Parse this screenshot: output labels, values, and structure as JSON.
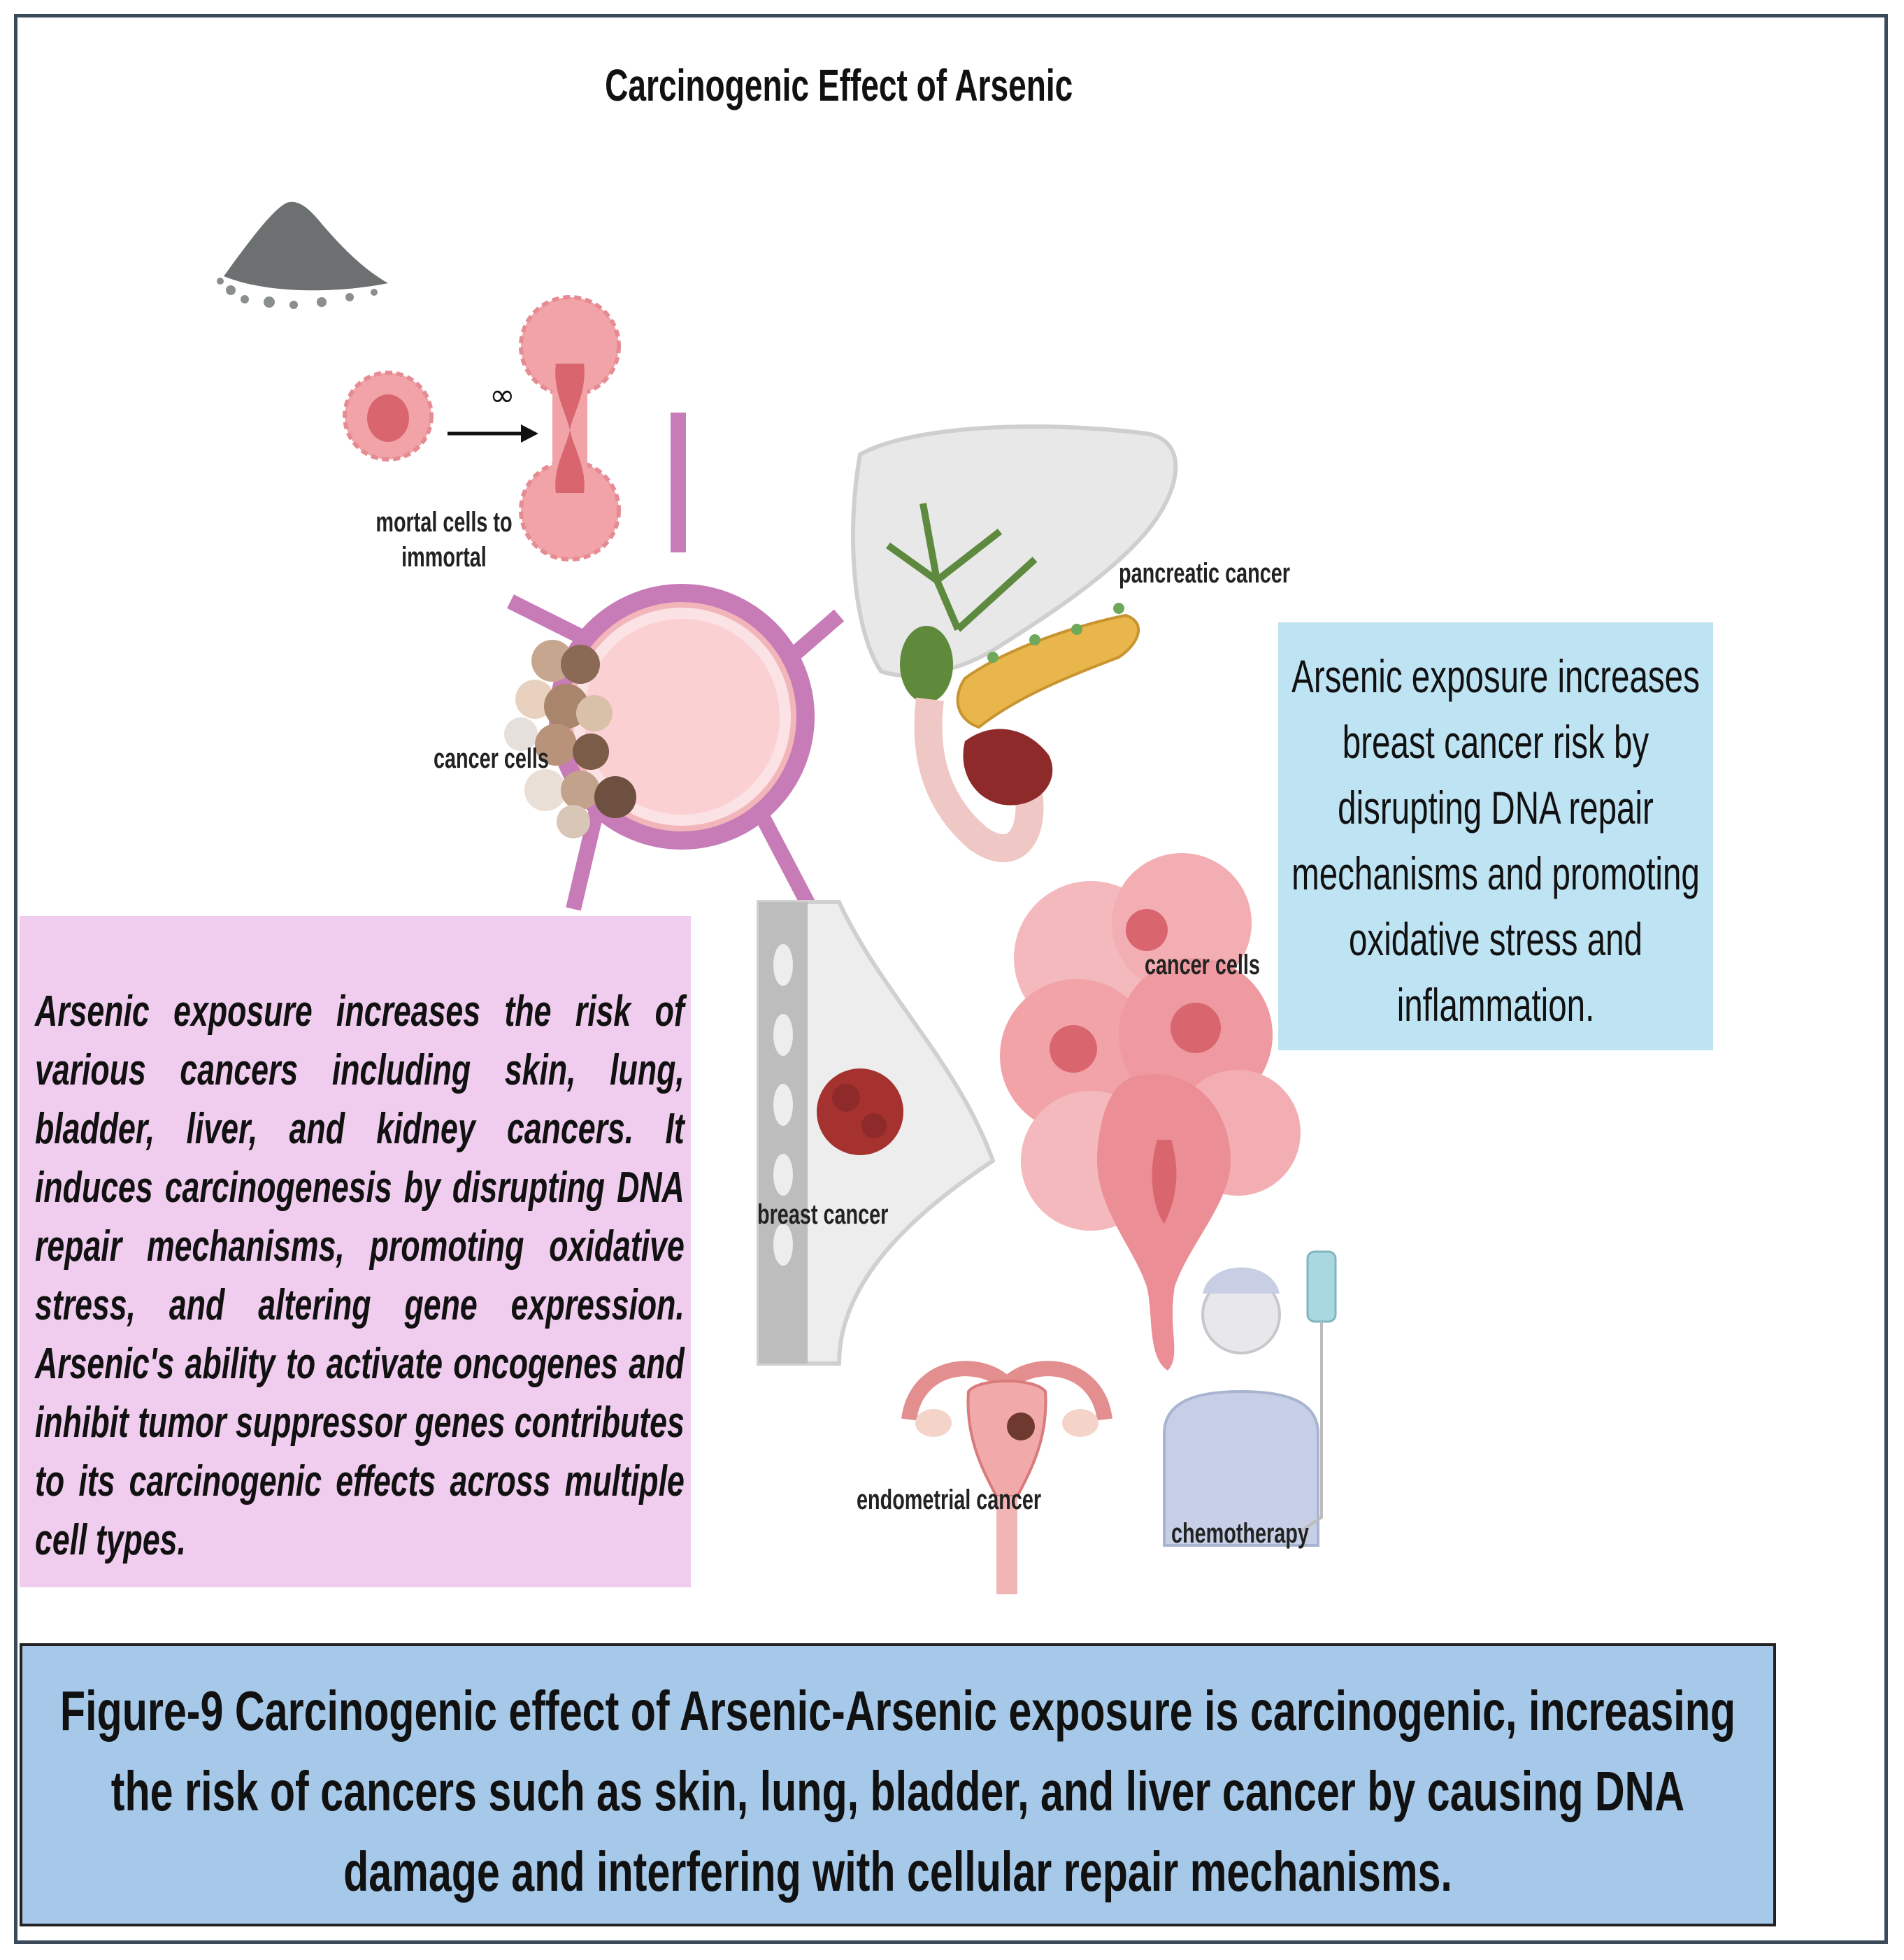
{
  "figure": {
    "title": "Carcinogenic Effect of Arsenic",
    "infinity_symbol": "∞",
    "labels": {
      "mortal_cells": "mortal cells to immortal",
      "cancer_cells_left": "cancer cells",
      "pancreatic_cancer": "pancreatic cancer",
      "cancer_cells_right": "cancer cells",
      "breast_cancer": "breast cancer",
      "endometrial_cancer": "endometrial cancer",
      "chemotherapy": "chemotherapy"
    },
    "pink_box_text": "Arsenic exposure increases the risk of various cancers including skin, lung, bladder, liver, and kidney cancers. It induces carcinogenesis by disrupting DNA repair mechanisms, promoting oxidative stress, and altering gene expression. Arsenic's ability to activate oncogenes and inhibit tumor suppressor genes contributes to its carcinogenic effects across multiple cell types.",
    "blue_box_text": "Arsenic exposure increases breast cancer risk by disrupting DNA repair mechanisms and promoting oxidative stress and inflammation.",
    "caption": "Figure-9 Carcinogenic effect of Arsenic-Arsenic exposure is carcinogenic, increasing the risk of cancers such as skin, lung, bladder, and liver cancer by causing DNA damage and interfering with cellular repair mechanisms."
  },
  "colors": {
    "frame_border": "#3a4a5a",
    "pink_box": "#f0cdee",
    "blue_box": "#bee3f3",
    "caption_box": "#a6c9ea",
    "vessel": "#c77cb8",
    "cell_pink": "#f1a3a8",
    "tumor": "#8e2a2a"
  },
  "icons": [
    "arsenic-powder-icon",
    "dividing-cell-icon",
    "blood-vessel-icon",
    "liver-pancreas-icon",
    "breast-icon",
    "uterus-icon",
    "patient-iv-icon"
  ]
}
